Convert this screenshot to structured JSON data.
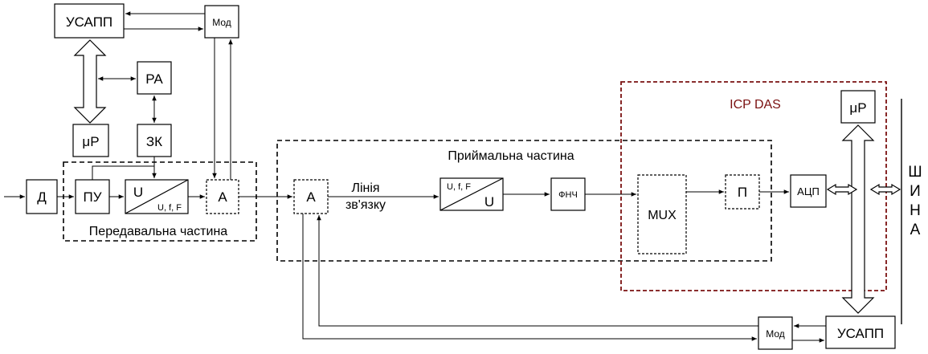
{
  "colors": {
    "line": "#000000",
    "icp_frame": "#7a1010",
    "icp_text": "#7a1010"
  },
  "blocks": {
    "usapp_top": "УСАПП",
    "mod_top": "Мод",
    "ra": "РА",
    "mup_left": "μР",
    "zk": "ЗК",
    "d": "Д",
    "pu": "ПУ",
    "conv1_top": "U",
    "conv1_bottom": "U, f, F",
    "a_tx": "А",
    "a_rx": "А",
    "conv2_top": "U, f, F",
    "conv2_bottom": "U",
    "fnch": "ФНЧ",
    "mux": "MUX",
    "p": "П",
    "adc": "АЦП",
    "mup_right": "μР",
    "usapp_bottom": "УСАПП",
    "mod_bottom": "Мод"
  },
  "labels": {
    "tx_part": "Передавальна частина",
    "rx_part": "Приймальна частина",
    "link_line1": "Лінія",
    "link_line2": "зв'язку",
    "icp": "ICP DAS",
    "bus": [
      "Ш",
      "И",
      "Н",
      "А"
    ]
  }
}
